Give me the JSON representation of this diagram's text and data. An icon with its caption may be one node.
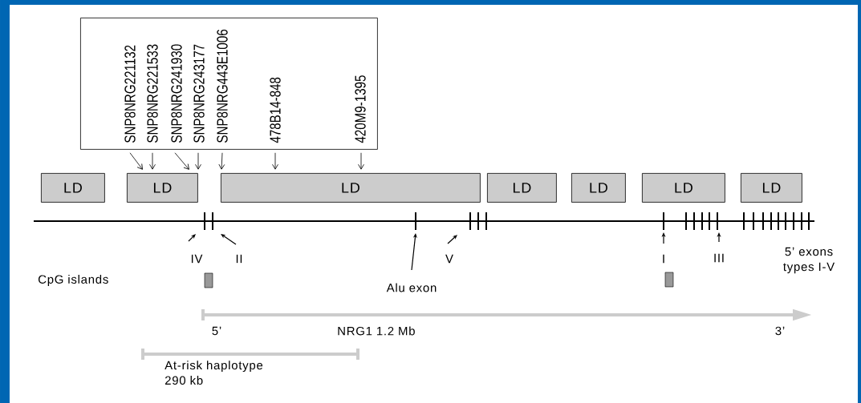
{
  "diagram": {
    "nodes": [
      {
        "text": [],
        "shape": "box"
      },
      {
        "text": [
          "SNP8NRG221132"
        ],
        "in": 0
      },
      {
        "text": [
          "SNP8NRG221533"
        ],
        "in": 0
      },
      {
        "text": [
          "SNP8NRG241930"
        ],
        "in": 0
      },
      {
        "text": [
          "SNP8NRG243177"
        ],
        "in": 0
      },
      {
        "text": [
          "SNP8NRG443E1006"
        ],
        "in": 0
      },
      {
        "text": [
          "478B14-848"
        ],
        "in": 0
      },
      {
        "text": [
          "420M9-1395"
        ],
        "in": 0
      },
      {
        "text": [
          "LD"
        ]
      },
      {
        "text": [
          "LD"
        ]
      },
      {
        "text": [
          "LD"
        ]
      },
      {
        "text": [
          "LD"
        ]
      },
      {
        "text": [
          "LD"
        ]
      },
      {
        "text": [
          "LD"
        ]
      },
      {
        "text": [
          "LD"
        ]
      },
      {
        "text": [
          "IV"
        ]
      },
      {
        "text": [
          "II"
        ]
      },
      {
        "text": [
          "Alu exon"
        ]
      },
      {
        "text": [
          "V"
        ]
      },
      {
        "text": [
          "I"
        ]
      },
      {
        "text": [
          "III"
        ]
      },
      {
        "text": [],
        "shape": "picture"
      }
    ],
    "edges": [
      {
        "from": 1,
        "to": 9,
        "arrow": "to"
      },
      {
        "from": 2,
        "to": 9,
        "arrow": "to"
      },
      {
        "from": 3,
        "to": 9,
        "arrow": "to"
      },
      {
        "from": 4,
        "to": 9,
        "arrow": "to"
      },
      {
        "from": 5,
        "to": 10,
        "arrow": "to"
      },
      {
        "from": 6,
        "to": 10,
        "arrow": "to"
      },
      {
        "from": 7,
        "to": 10,
        "arrow": "to"
      },
      {
        "from": 15,
        "to": 21,
        "arrow": "to"
      },
      {
        "from": 16,
        "to": 21,
        "arrow": "to"
      },
      {
        "from": 17,
        "to": 21,
        "arrow": "to"
      },
      {
        "from": 18,
        "to": 21,
        "arrow": "to"
      },
      {
        "from": 19,
        "to": 21,
        "arrow": "to"
      },
      {
        "from": 20,
        "to": 21,
        "arrow": "to"
      }
    ],
    "labels": [
      "CpG islands",
      "5’ exons types I-V",
      "5’",
      "NRG1 1.2 Mb",
      "3’",
      "At-risk haplotype 290 kb"
    ]
  }
}
